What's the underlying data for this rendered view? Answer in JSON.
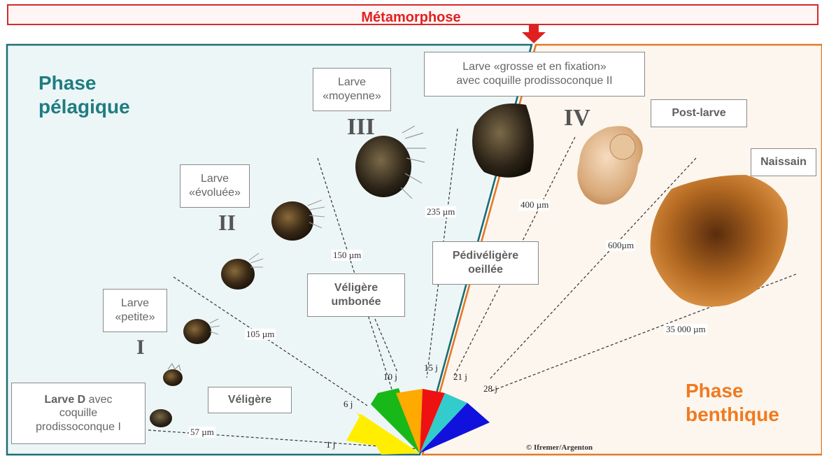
{
  "banner": {
    "title": "Métamorphose"
  },
  "phases": {
    "pelagic": [
      "Phase",
      "pélagique"
    ],
    "benthic": [
      "Phase",
      "benthique"
    ]
  },
  "stages": {
    "larve_d": {
      "bold": "Larve D",
      "rest": " avec",
      "line2": "coquille",
      "line3": "prodissoconque I"
    },
    "petite": [
      "Larve",
      "«petite»"
    ],
    "evoluee": [
      "Larve",
      "«évoluée»"
    ],
    "moyenne": [
      "Larve",
      "«moyenne»"
    ],
    "grosse": [
      "Larve «grosse et en fixation»",
      "avec coquille prodissoconque II"
    ],
    "post_larve": "Post-larve",
    "naissain": "Naissain",
    "veligere": "Véligère",
    "umbonee": [
      "Véligère",
      "umbonée"
    ],
    "pedi": [
      "Pédivéligère",
      "oeillée"
    ]
  },
  "roman": [
    "I",
    "II",
    "III",
    "IV"
  ],
  "sizes": [
    "57 µm",
    "105 µm",
    "150 µm",
    "235 µm",
    "400 µm",
    "600µm",
    "35 000 µm"
  ],
  "days": [
    "1 j",
    "6 j",
    "10 j",
    "15 j",
    "21 j",
    "28 j"
  ],
  "fan_colors": [
    "#ffee00",
    "#18b818",
    "#ffaa00",
    "#ee1111",
    "#33cccc",
    "#1111dd"
  ],
  "credit": "© Ifremer/Argenton"
}
